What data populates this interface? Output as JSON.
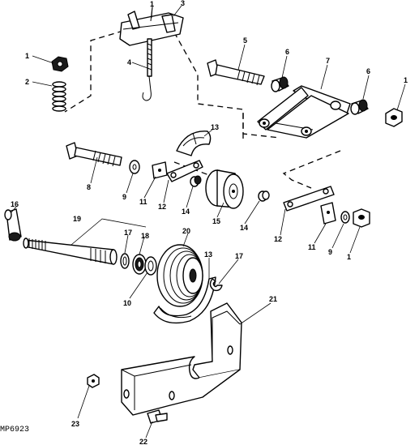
{
  "figure_id": "MP6923",
  "callouts": [
    {
      "text": "1"
    },
    {
      "text": "3"
    },
    {
      "text": "1"
    },
    {
      "text": "2"
    },
    {
      "text": "4"
    },
    {
      "text": "5"
    },
    {
      "text": "6"
    },
    {
      "text": "7"
    },
    {
      "text": "6"
    },
    {
      "text": "1"
    },
    {
      "text": "13"
    },
    {
      "text": "8"
    },
    {
      "text": "9"
    },
    {
      "text": "11"
    },
    {
      "text": "12"
    },
    {
      "text": "14"
    },
    {
      "text": "15"
    },
    {
      "text": "14"
    },
    {
      "text": "16"
    },
    {
      "text": "19"
    },
    {
      "text": "17"
    },
    {
      "text": "18"
    },
    {
      "text": "20"
    },
    {
      "text": "13"
    },
    {
      "text": "17"
    },
    {
      "text": "10"
    },
    {
      "text": "12"
    },
    {
      "text": "11"
    },
    {
      "text": "9"
    },
    {
      "text": "1"
    },
    {
      "text": "21"
    },
    {
      "text": "23"
    },
    {
      "text": "22"
    }
  ]
}
